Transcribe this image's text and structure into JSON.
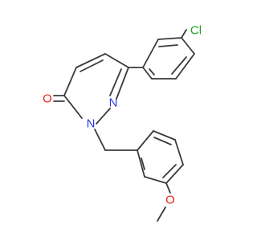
{
  "molecule": {
    "atoms": {
      "chlorine": {
        "symbol": "Cl",
        "color": "#1fa31f"
      },
      "ring_nitrogen_1": {
        "symbol": "N",
        "color": "#2a3be0"
      },
      "ring_nitrogen_2": {
        "symbol": "N",
        "color": "#2a3be0"
      },
      "carbonyl_oxygen": {
        "symbol": "O",
        "color": "#e8211b"
      },
      "methoxy_oxygen": {
        "symbol": "O",
        "color": "#e8211b"
      }
    }
  }
}
